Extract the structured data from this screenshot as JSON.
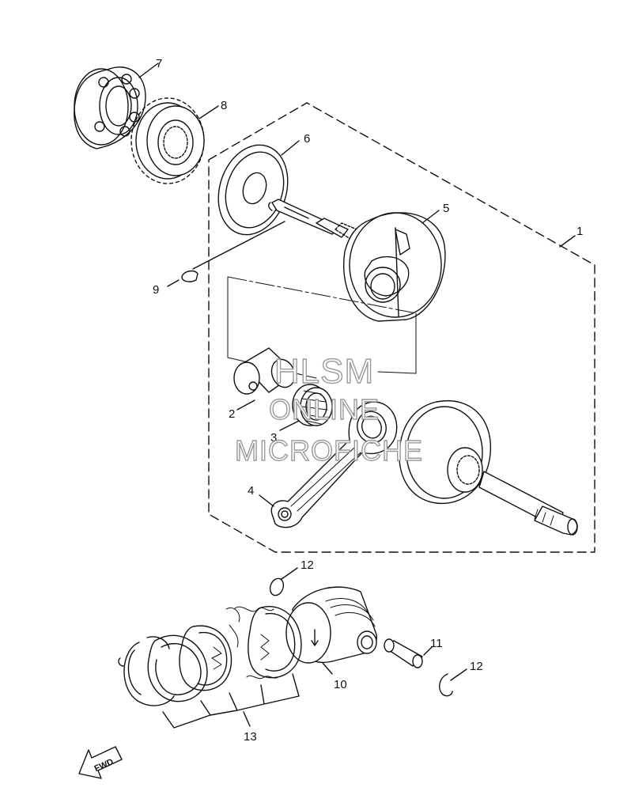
{
  "callouts": {
    "p1": "1",
    "p2": "2",
    "p3": "3",
    "p4": "4",
    "p5": "5",
    "p6": "6",
    "p7": "7",
    "p8": "8",
    "p9": "9",
    "p10": "10",
    "p11": "11",
    "p12a": "12",
    "p12b": "12",
    "p13": "13"
  },
  "fwd_label": "FWD",
  "watermark": {
    "line1": "HLSM",
    "line2": "ONLINE",
    "line3": "MICROFICHE"
  }
}
